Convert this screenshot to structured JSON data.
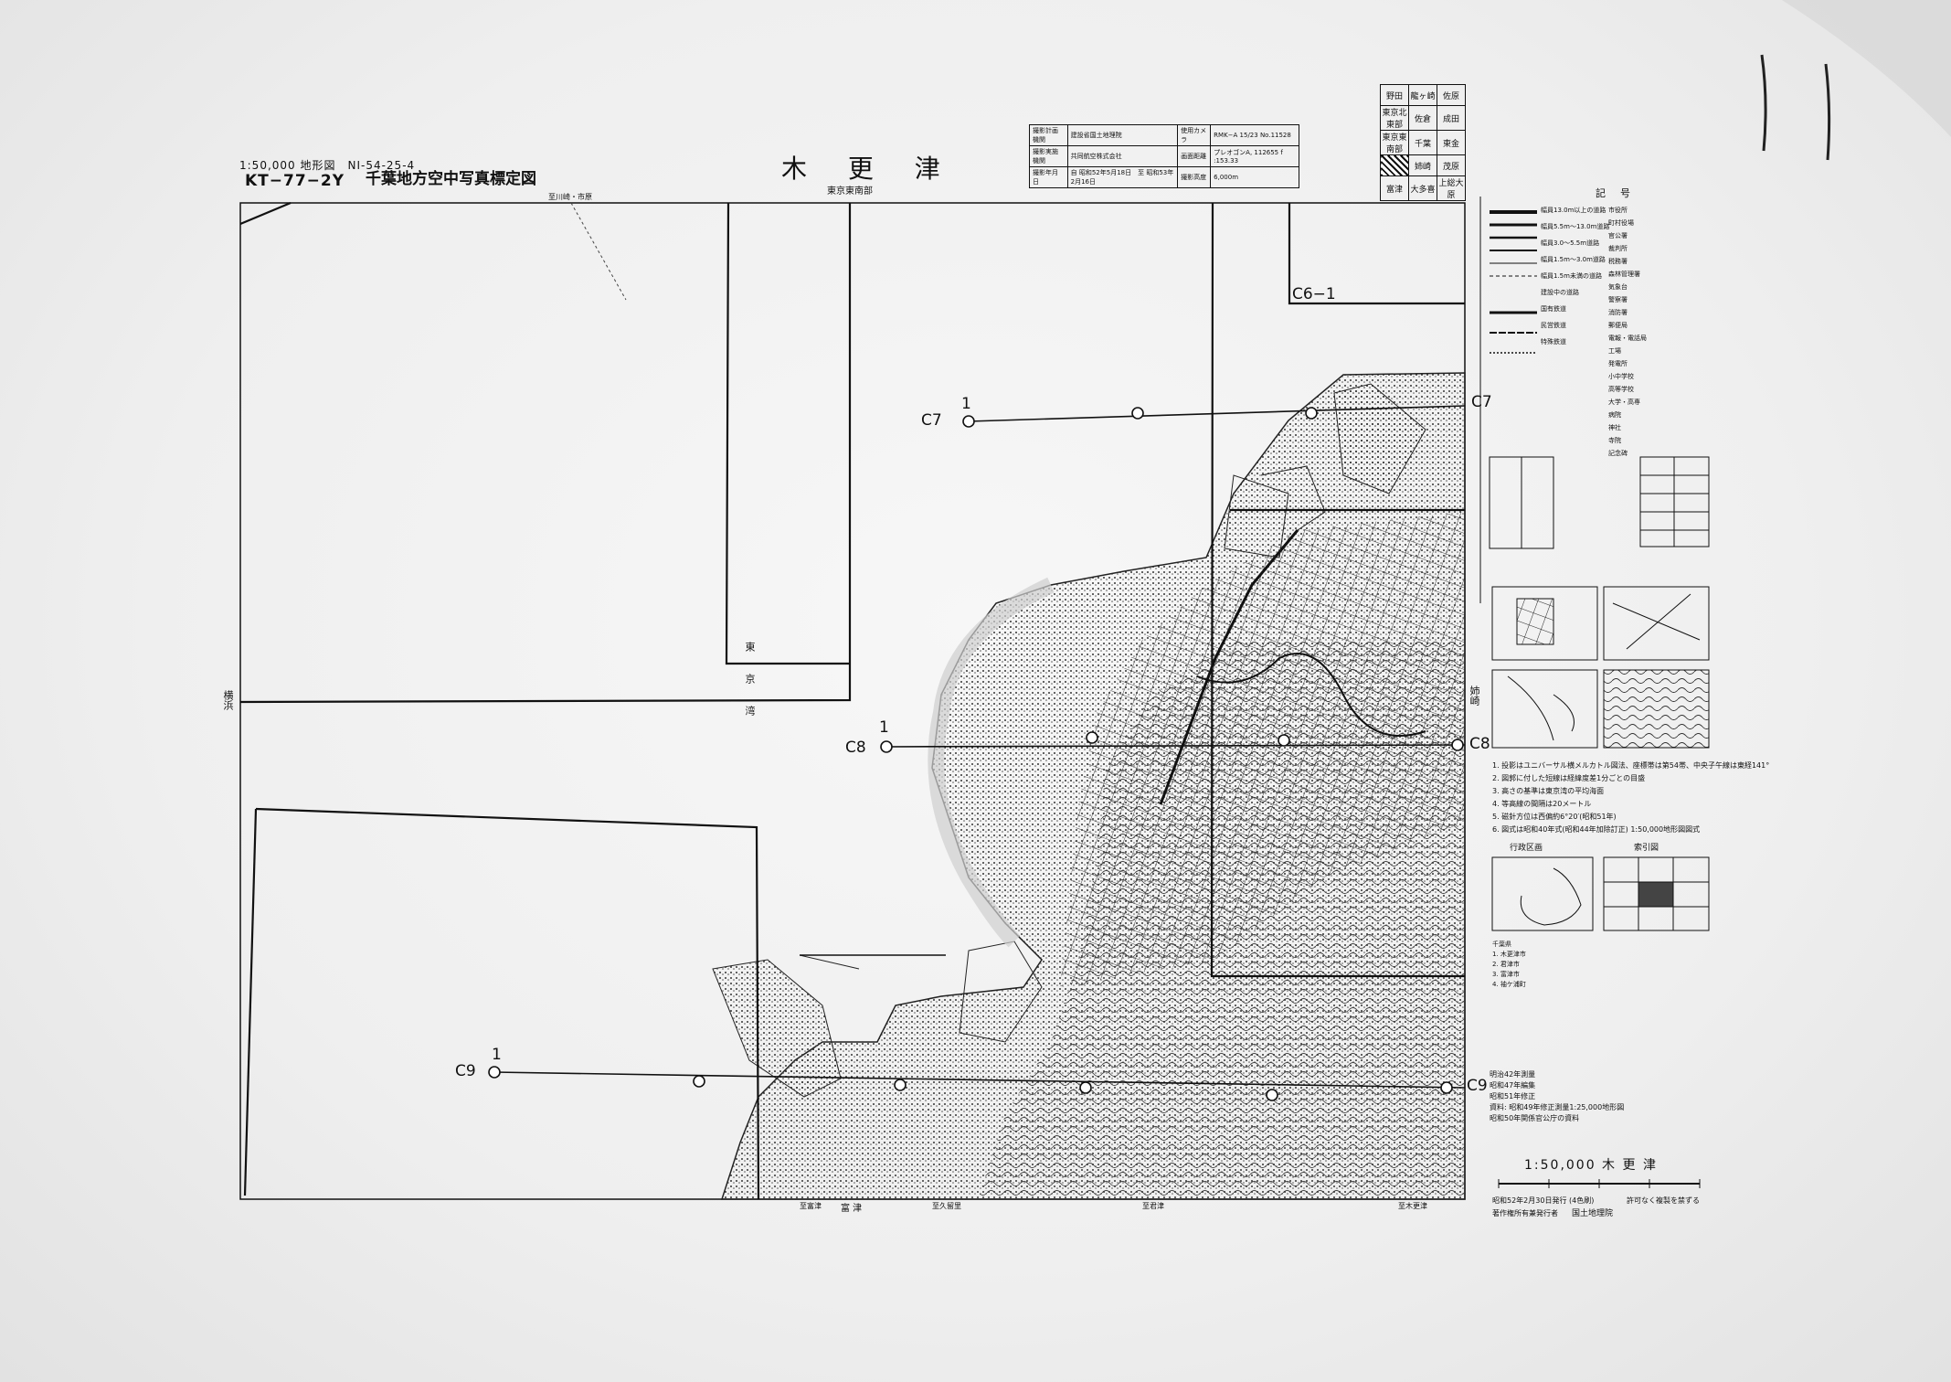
{
  "header": {
    "scale_line": "1:50,000 地形図　NI-54-25-4",
    "code": "KT−77−2Y",
    "subject": "千葉地方空中写真標定図",
    "map_title": "木 更 津",
    "map_subtitle": "東京東南部"
  },
  "info_table": [
    [
      "撮影計画機関",
      "建設省国土地理院",
      "使用カメラ",
      "RMK−A 15/23 No.11528"
    ],
    [
      "撮影実施機関",
      "共同航空株式会社",
      "画面距離",
      "プレオゴンA, 112655 f :153.33"
    ],
    [
      "撮影年月日",
      "自 昭和52年5月18日　至 昭和53年2月16日",
      "撮影高度",
      "6,000m"
    ]
  ],
  "adjacent_sheets": [
    [
      "野田",
      "龍ヶ崎",
      "佐原"
    ],
    [
      "東京北東部",
      "佐倉",
      "成田"
    ],
    [
      "東京東南部",
      "千葉",
      "東金"
    ],
    [
      "",
      "姉崎",
      "茂原"
    ],
    [
      "富津",
      "大多喜",
      "上総大原"
    ]
  ],
  "flight_lines": [
    {
      "label": "C7",
      "start_number": "1",
      "end_label": "C7"
    },
    {
      "label": "C8",
      "start_number": "1",
      "end_label": "C8"
    },
    {
      "label": "C9",
      "start_number": "1",
      "end_label": "C9"
    }
  ],
  "frame_label": "C6−1",
  "side_labels": {
    "left": "横浜",
    "bay": "東京湾",
    "right": "姉崎"
  },
  "bottom_labels": [
    "至富津",
    "富 津",
    "至久留里",
    "至君津",
    "至木更津"
  ],
  "top_label": "至川崎・市原",
  "legend": {
    "title": "記号",
    "road_items": [
      "幅員13.0m以上の道路",
      "幅員5.5m〜13.0m道路",
      "幅員3.0〜5.5m道路",
      "幅員1.5m〜3.0m道路",
      "幅員1.5m未満の道路",
      "建設中の道路",
      "国有鉄道",
      "民営鉄道",
      "特殊鉄道"
    ],
    "symbol_items": [
      "市役所",
      "町村役場",
      "官公署",
      "裁判所",
      "税務署",
      "森林管理署",
      "気象台",
      "警察署",
      "消防署",
      "郵便局",
      "電報・電話局",
      "工場",
      "発電所",
      "小中学校",
      "高等学校",
      "大学・高専",
      "病院",
      "神社",
      "寺院",
      "記念碑"
    ]
  },
  "notes": [
    "1. 投影はユニバーサル横メルカトル図法、座標帯は第54帯、中央子午線は東経141°",
    "2. 図郭に付した短線は経緯度差1分ごとの目盛",
    "3. 高さの基準は東京湾の平均海面",
    "4. 等高線の間隔は20メートル",
    "5. 磁針方位は西偏約6°20′(昭和51年)",
    "6. 図式は昭和40年式(昭和44年加除訂正) 1:50,000地形図図式"
  ],
  "admin_title": "行政区画",
  "index_title": "索引図",
  "admin_list": [
    "千葉県",
    "1. 木更津市",
    "2. 君津市",
    "3. 富津市",
    "4. 袖ケ浦町"
  ],
  "history": [
    "明治42年測量",
    "昭和47年編集",
    "昭和51年修正",
    "資料: 昭和49年修正測量1:25,000地形図",
    "昭和50年関係官公庁の資料"
  ],
  "footer": {
    "scale_title": "1:50,000 木 更 津",
    "issue": "昭和52年2月30日発行 (4色刷)",
    "copyright": "許可なく複製を禁ずる",
    "publisher_label": "著作権所有兼発行者",
    "publisher": "国土地理院"
  },
  "colors": {
    "ink": "#111111",
    "paper": "#f2f2f2",
    "coast": "#cfcfcf"
  }
}
